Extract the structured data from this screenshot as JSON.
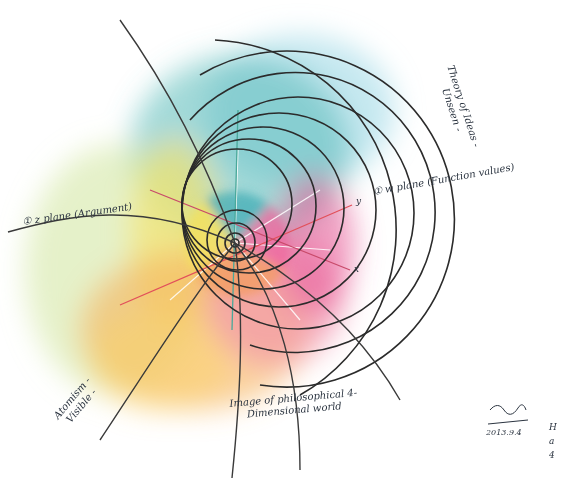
{
  "diagram": {
    "labels": [
      "① z plane (Argument)",
      "① w plane (Function values)",
      "Theory of Ideas - Unseen -",
      "Atomism - Visible -",
      "Image of philosophical 4-Dimensional world",
      "2013.9.4",
      "y",
      "x",
      "H",
      "a",
      "4"
    ]
  }
}
